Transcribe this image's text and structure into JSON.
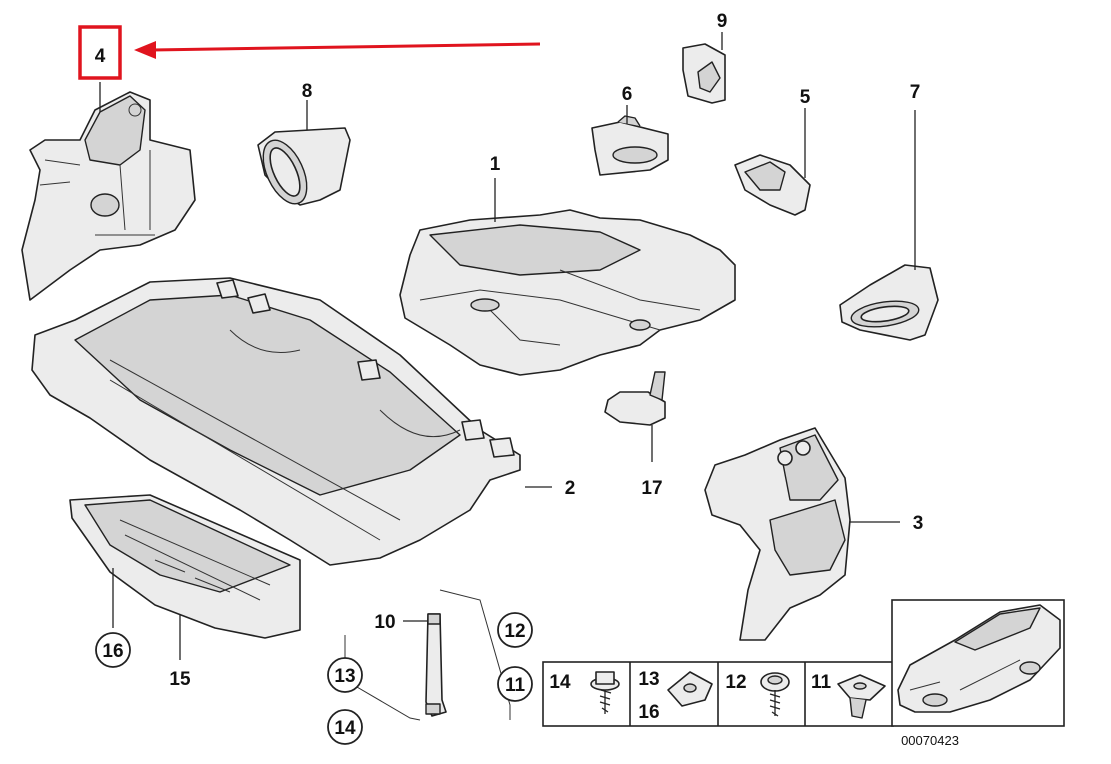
{
  "labels": {
    "l1": "1",
    "l2": "2",
    "l3": "3",
    "l4": "4",
    "l5": "5",
    "l6": "6",
    "l7": "7",
    "l8": "8",
    "l9": "9",
    "l10": "10",
    "l15": "15",
    "l17": "17"
  },
  "circled": {
    "c16": "16",
    "c13": "13",
    "c14": "14",
    "c12": "12",
    "c11": "11"
  },
  "hardware_table": {
    "cells": [
      {
        "top": "14",
        "bottom": ""
      },
      {
        "top": "13",
        "bottom": "16"
      },
      {
        "top": "12",
        "bottom": ""
      },
      {
        "top": "11",
        "bottom": ""
      }
    ]
  },
  "reference_number": "00070423",
  "colors": {
    "highlight": "#e0141e",
    "line": "#222222"
  }
}
